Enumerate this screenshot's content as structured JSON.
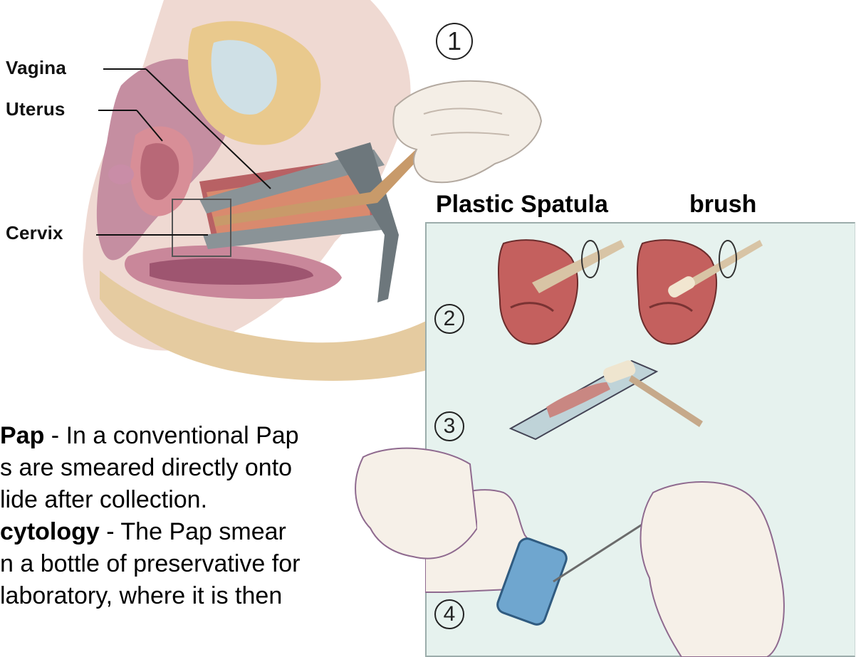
{
  "anatomy_labels": {
    "vagina": "Vagina",
    "uterus": "Uterus",
    "cervix": "Cervix"
  },
  "steps": [
    "1",
    "2",
    "3",
    "4"
  ],
  "tool_labels": {
    "spatula": "Plastic Spatula",
    "brush": "brush"
  },
  "text": {
    "line1_bold": "Pap",
    "line1_rest": " - In a conventional Pap",
    "line2": "s are smeared directly onto",
    "line3": "lide after collection.",
    "line4_bold": "cytology",
    "line4_rest": " - The Pap smear",
    "line5": "n a bottle of preservative for",
    "line6": " laboratory, where it is then"
  }
}
